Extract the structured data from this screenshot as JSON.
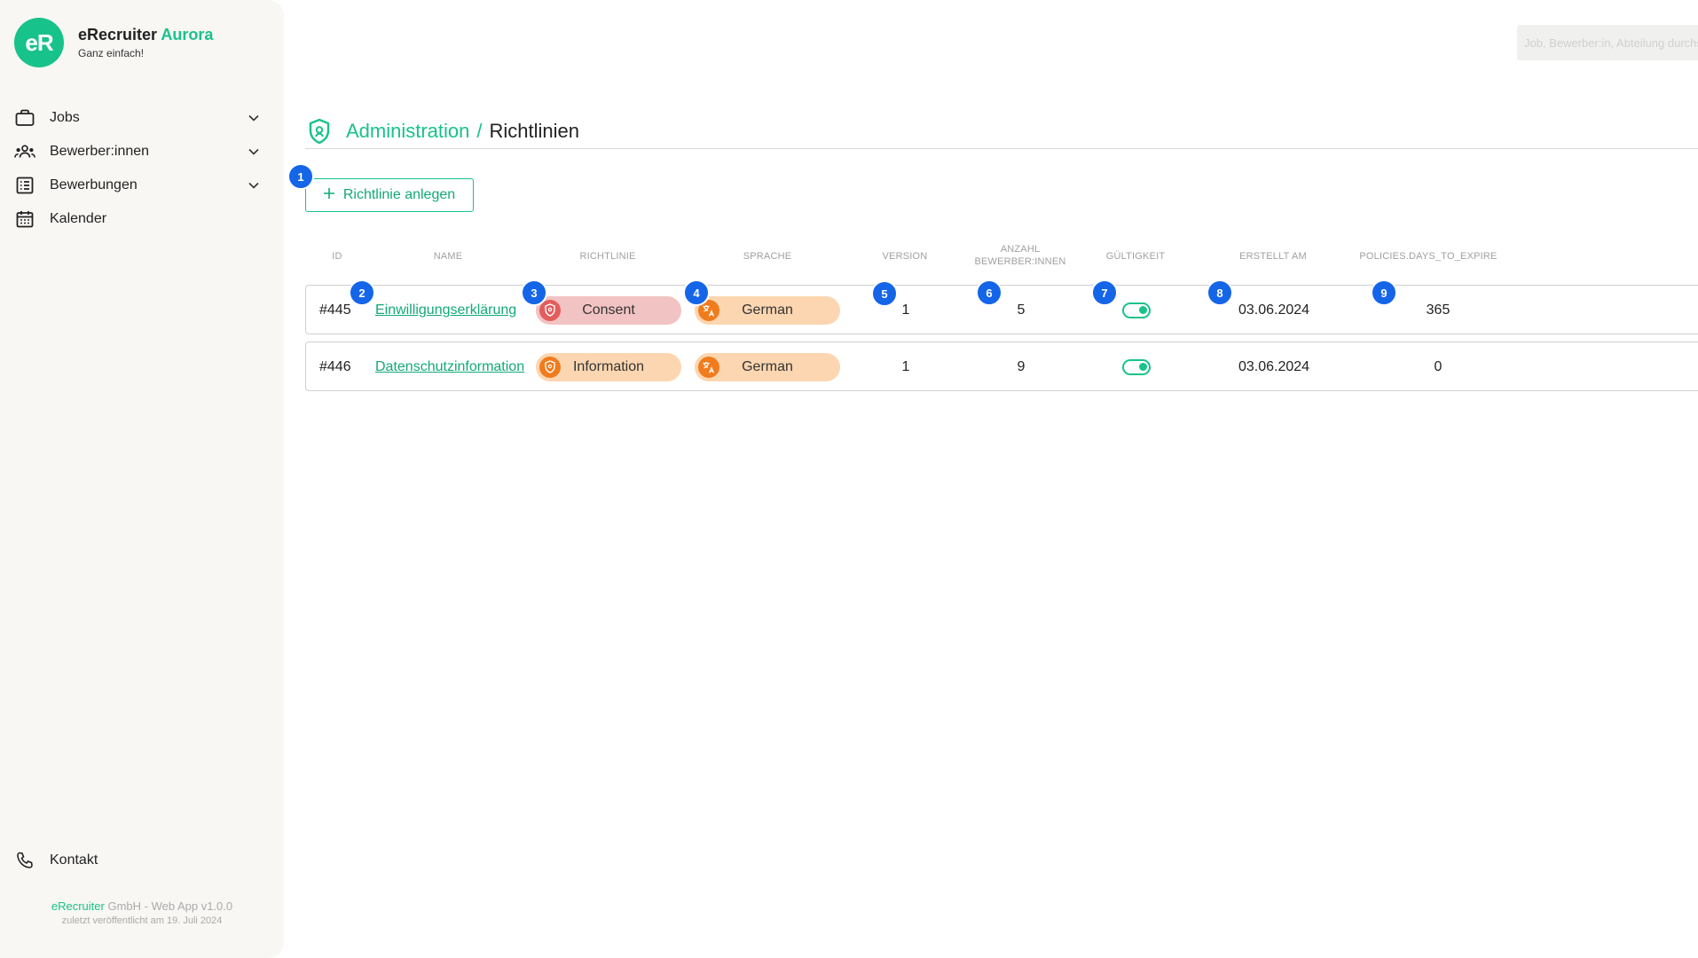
{
  "brand": {
    "logo_text": "eR",
    "name_main": "eRecruiter",
    "name_accent": "Aurora",
    "tagline": "Ganz einfach!",
    "accent_color": "#18c28b"
  },
  "sidebar": {
    "items": [
      {
        "label": "Jobs",
        "icon": "briefcase-icon",
        "expandable": true
      },
      {
        "label": "Bewerber:innen",
        "icon": "people-icon",
        "expandable": true
      },
      {
        "label": "Bewerbungen",
        "icon": "list-icon",
        "expandable": true
      },
      {
        "label": "Kalender",
        "icon": "calendar-icon",
        "expandable": false
      }
    ],
    "contact": {
      "label": "Kontakt",
      "icon": "phone-icon"
    },
    "footer": {
      "company_accent": "eRecruiter",
      "company_rest": "GmbH - Web App v1.0.0",
      "published": "zuletzt veröffentlicht am 19. Juli 2024"
    }
  },
  "search": {
    "placeholder": "Job, Bewerber:in, Abteilung durchsuchen"
  },
  "header": {
    "section": "Administration",
    "separator": "/",
    "current": "Richtlinien"
  },
  "toolbar": {
    "create_label": "Richtlinie anlegen"
  },
  "markers": [
    "1",
    "2",
    "3",
    "4",
    "5",
    "6",
    "7",
    "8",
    "9"
  ],
  "table": {
    "columns": [
      "ID",
      "NAME",
      "RICHTLINIE",
      "SPRACHE",
      "VERSION",
      "ANZAHL BEWERBER:INNEN",
      "GÜLTIGKEIT",
      "ERSTELLT AM",
      "POLICIES.DAYS_TO_EXPIRE"
    ],
    "rows": [
      {
        "id": "#445",
        "name": "Einwilligungserklärung",
        "type": "Consent",
        "language": "German",
        "version": "1",
        "applicants": "5",
        "valid": true,
        "created": "03.06.2024",
        "days_to_expire": "365"
      },
      {
        "id": "#446",
        "name": "Datenschutzinformation",
        "type": "Information",
        "language": "German",
        "version": "1",
        "applicants": "9",
        "valid": true,
        "created": "03.06.2024",
        "days_to_expire": "0"
      }
    ]
  }
}
